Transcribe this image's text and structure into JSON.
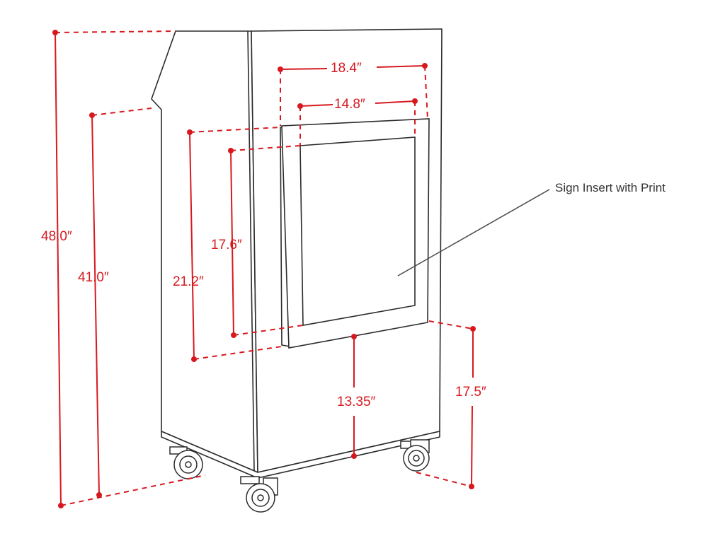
{
  "colors": {
    "dimension": "#d7191f",
    "outline": "#2b2b2b",
    "panel": "#ffffff",
    "leader": "#4a4a4a",
    "text_dark": "#333333"
  },
  "dimensions": {
    "overall_height": "48.0″",
    "front_height": "41.0″",
    "frame_outer_width": "18.4″",
    "frame_inner_width": "14.8″",
    "frame_outer_height": "21.2″",
    "frame_inner_height": "17.6″",
    "frame_to_floor": "13.35″",
    "base_height": "17.5″"
  },
  "callout": {
    "label": "Sign Insert with Print"
  }
}
